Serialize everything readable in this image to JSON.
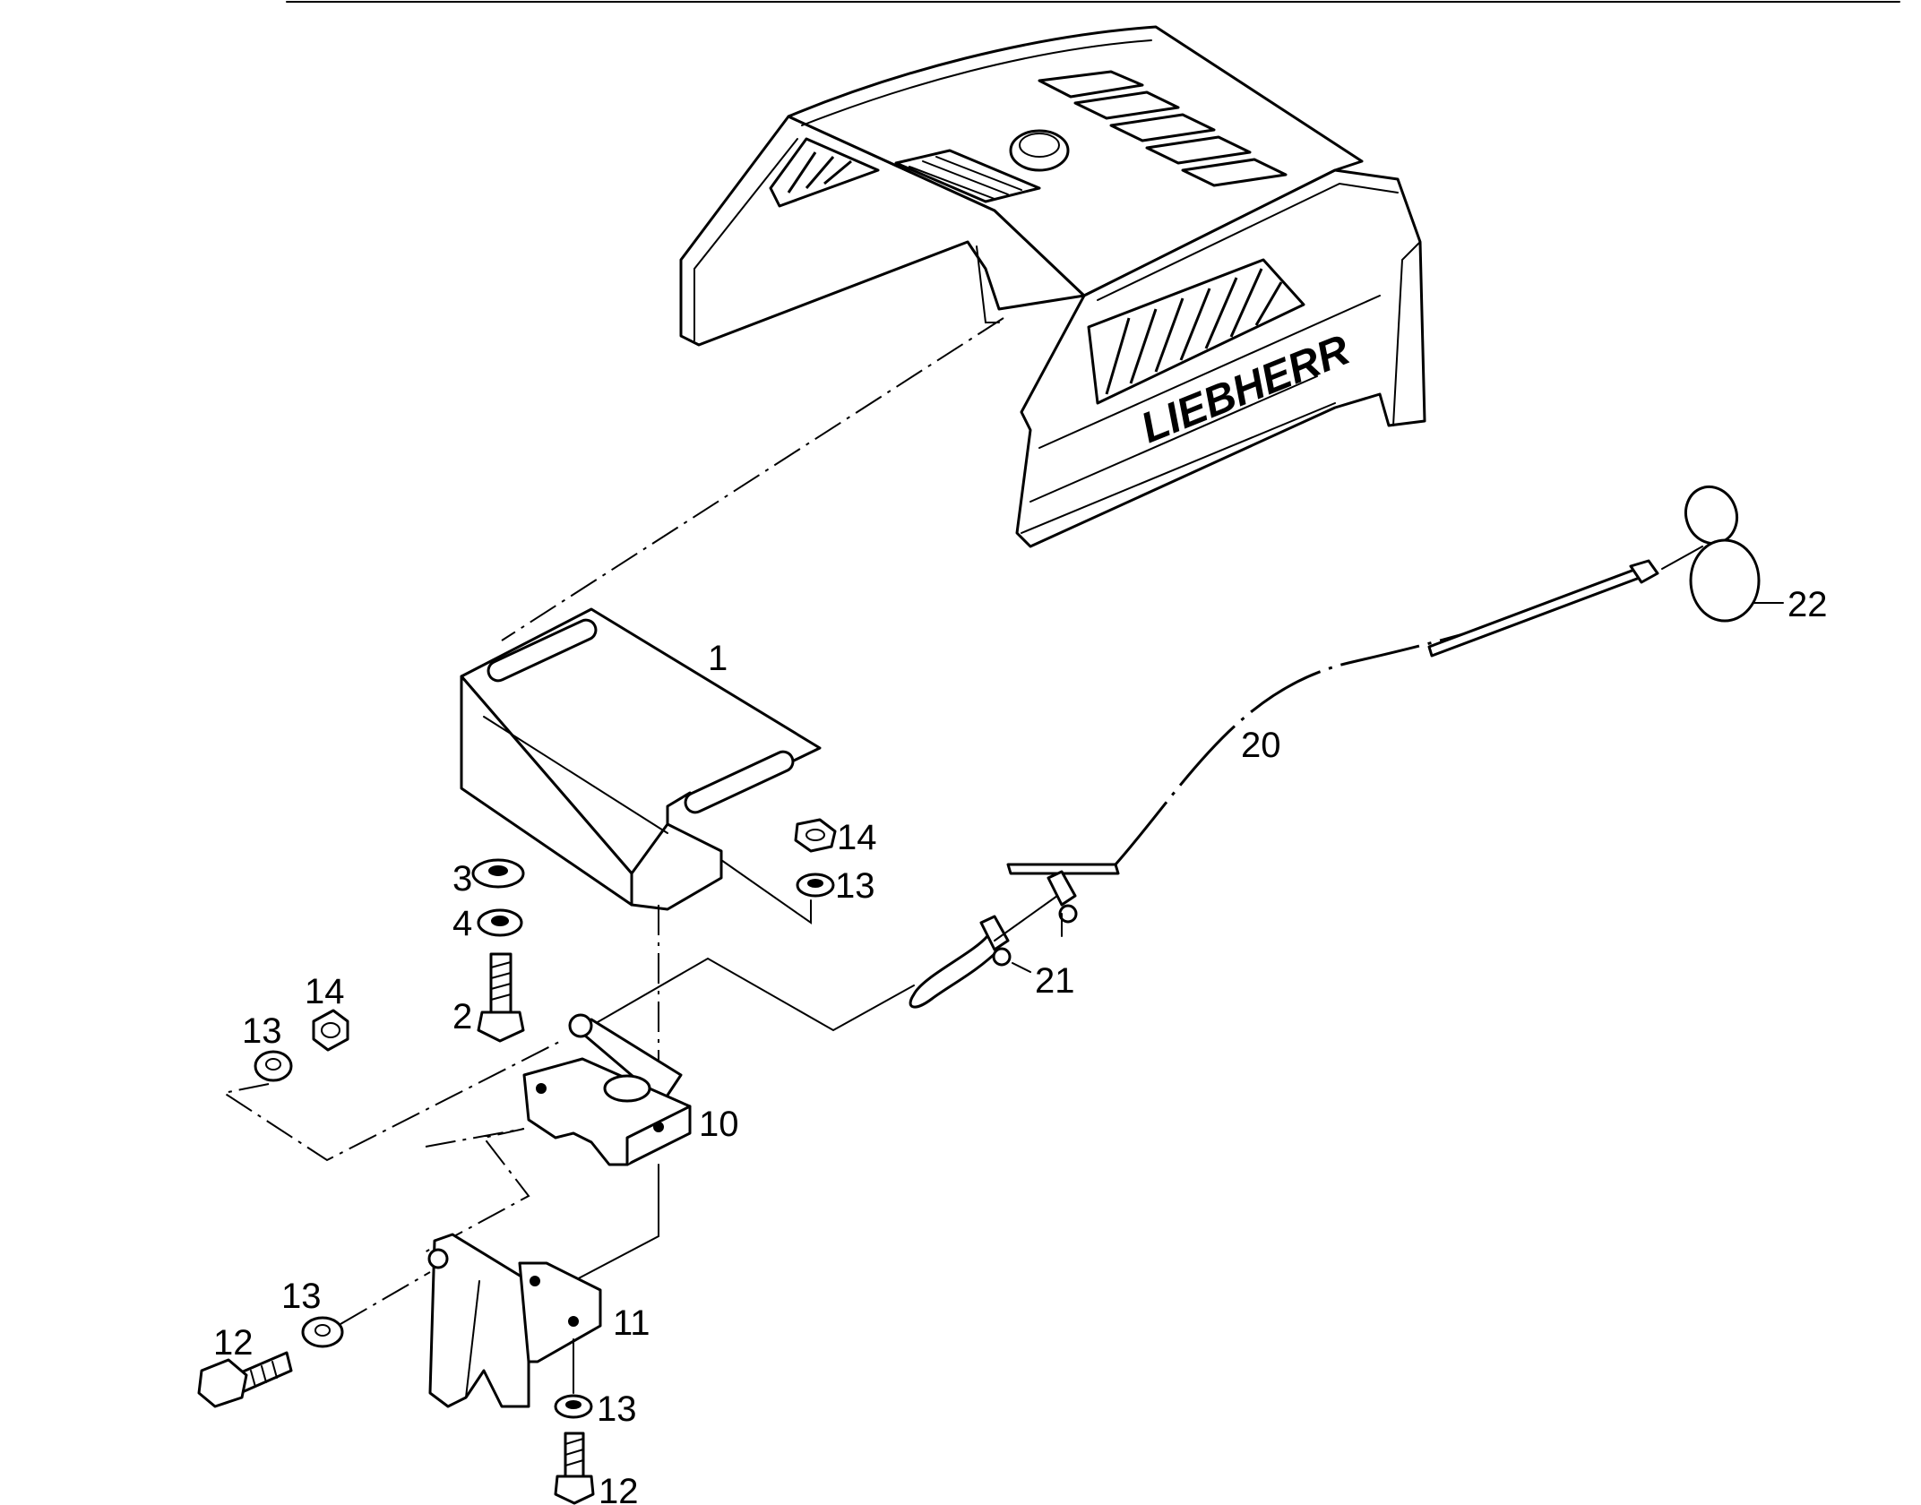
{
  "logo": {
    "text": "LIEBHERR"
  },
  "callouts": [
    {
      "id": "c1",
      "text": "1"
    },
    {
      "id": "c2",
      "text": "2"
    },
    {
      "id": "c3",
      "text": "3"
    },
    {
      "id": "c4",
      "text": "4"
    },
    {
      "id": "c10",
      "text": "10"
    },
    {
      "id": "c11",
      "text": "11"
    },
    {
      "id": "c12a",
      "text": "12"
    },
    {
      "id": "c12b",
      "text": "12"
    },
    {
      "id": "c13a",
      "text": "13"
    },
    {
      "id": "c13b",
      "text": "13"
    },
    {
      "id": "c13c",
      "text": "13"
    },
    {
      "id": "c13d",
      "text": "13"
    },
    {
      "id": "c14a",
      "text": "14"
    },
    {
      "id": "c14b",
      "text": "14"
    },
    {
      "id": "c20",
      "text": "20"
    },
    {
      "id": "c21",
      "text": "21"
    },
    {
      "id": "c22",
      "text": "22"
    }
  ]
}
